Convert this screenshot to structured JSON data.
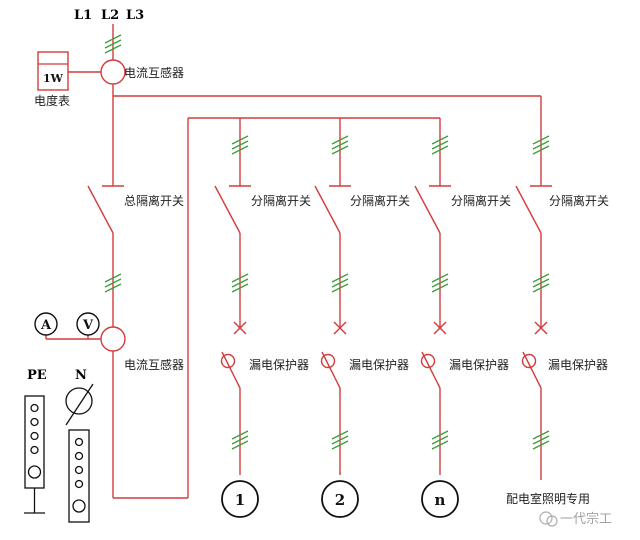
{
  "phases": [
    "L1",
    "L2",
    "L3"
  ],
  "meter": {
    "label": "电度表",
    "display": "1W"
  },
  "ct_top_label": "电流互感器",
  "ct_bottom_label": "电流互感器",
  "main_switch_label": "总隔离开关",
  "branch_switch_label": "分隔离开关",
  "rcd_label": "漏电保护器",
  "ammeter_symbol": "A",
  "voltmeter_symbol": "V",
  "pe_label": "PE",
  "n_label": "N",
  "outputs": [
    "1",
    "2",
    "n"
  ],
  "lighting_label": "配电室照明专用",
  "watermark": "一代宗工",
  "colors": {
    "wire": "#d23c3c",
    "ticks": "#3a9e3a",
    "ink": "#111111"
  }
}
